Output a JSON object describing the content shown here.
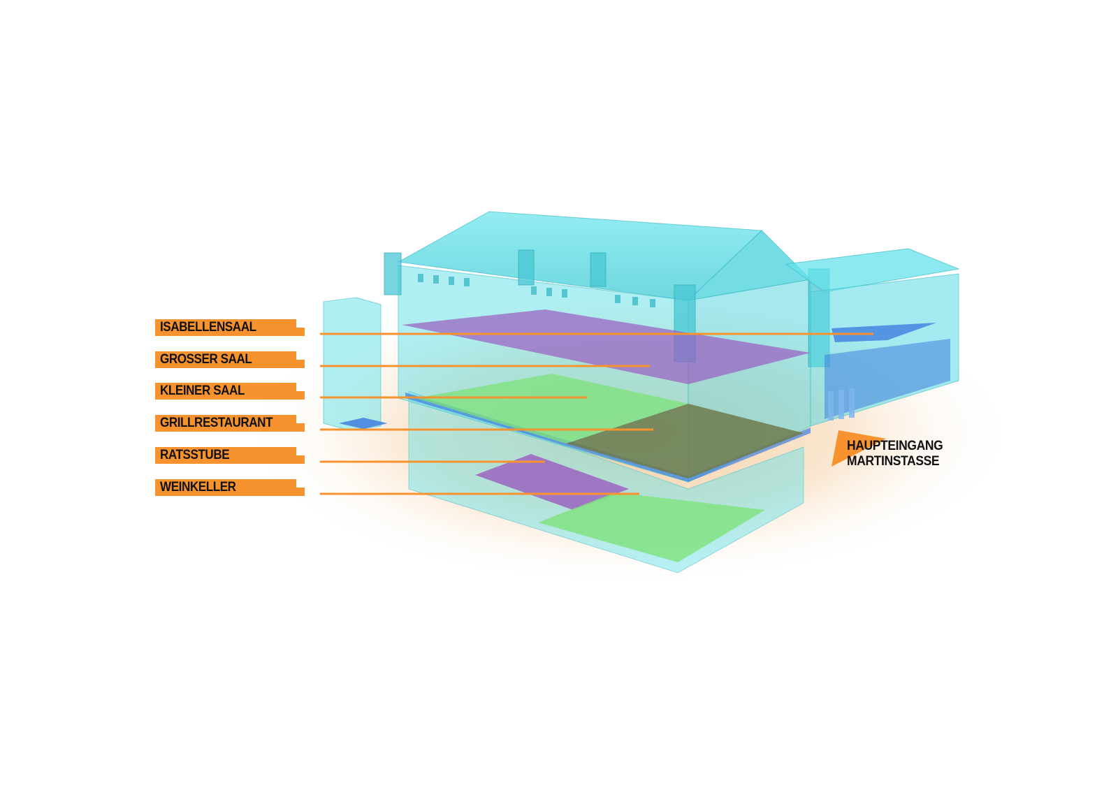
{
  "diagram": {
    "floors": [
      {
        "id": "isabellensaal",
        "label": "ISABELLENSAAL"
      },
      {
        "id": "grosser-saal",
        "label": "GROSSER SAAL"
      },
      {
        "id": "kleiner-saal",
        "label": "KLEINER SAAL"
      },
      {
        "id": "grillrestaurant",
        "label": "GRILLRESTAURANT"
      },
      {
        "id": "ratsstube",
        "label": "RATSSTUBE"
      },
      {
        "id": "weinkeller",
        "label": "WEINKELLER"
      }
    ],
    "entrance": {
      "line1": "HAUPTEINGANG",
      "line2": "MARTINSTASSE"
    },
    "colors": {
      "label_orange": "#f7932e",
      "glass_cyan": "#5fe0e8",
      "floor_purple": "#9a5cc0",
      "floor_green": "#7ee27a",
      "floor_olive": "#6f7a4c",
      "floor_blue": "#3f7fe0"
    }
  }
}
